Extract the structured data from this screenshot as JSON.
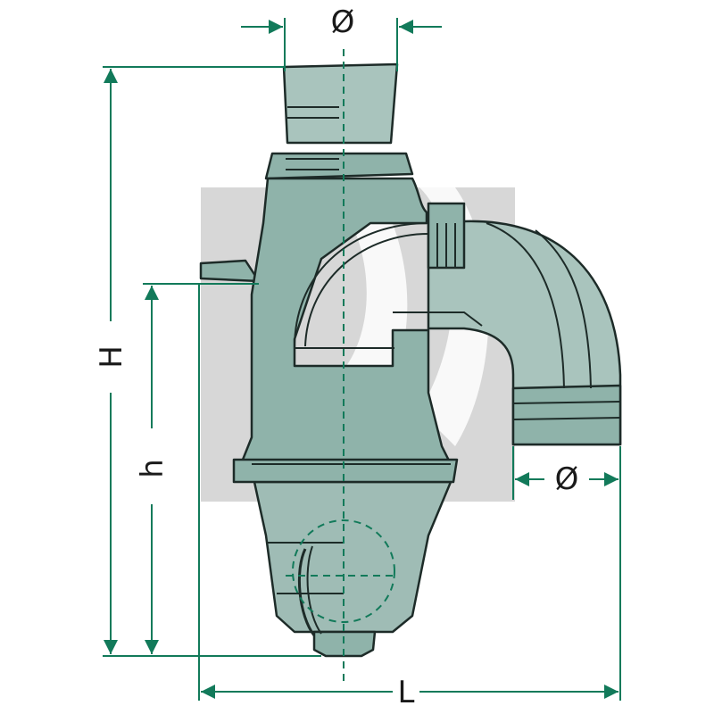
{
  "diagram": {
    "labels": {
      "top_diameter": "Ø",
      "outlet_diameter": "Ø",
      "height_total": "H",
      "height_inlet": "h",
      "length": "L"
    },
    "colors": {
      "body_fill": "#8fb3aa",
      "body_light": "#b7cfc8",
      "outline": "#1d2b28",
      "dimension": "#127a5a",
      "watermark": "#d0d0d0"
    }
  }
}
